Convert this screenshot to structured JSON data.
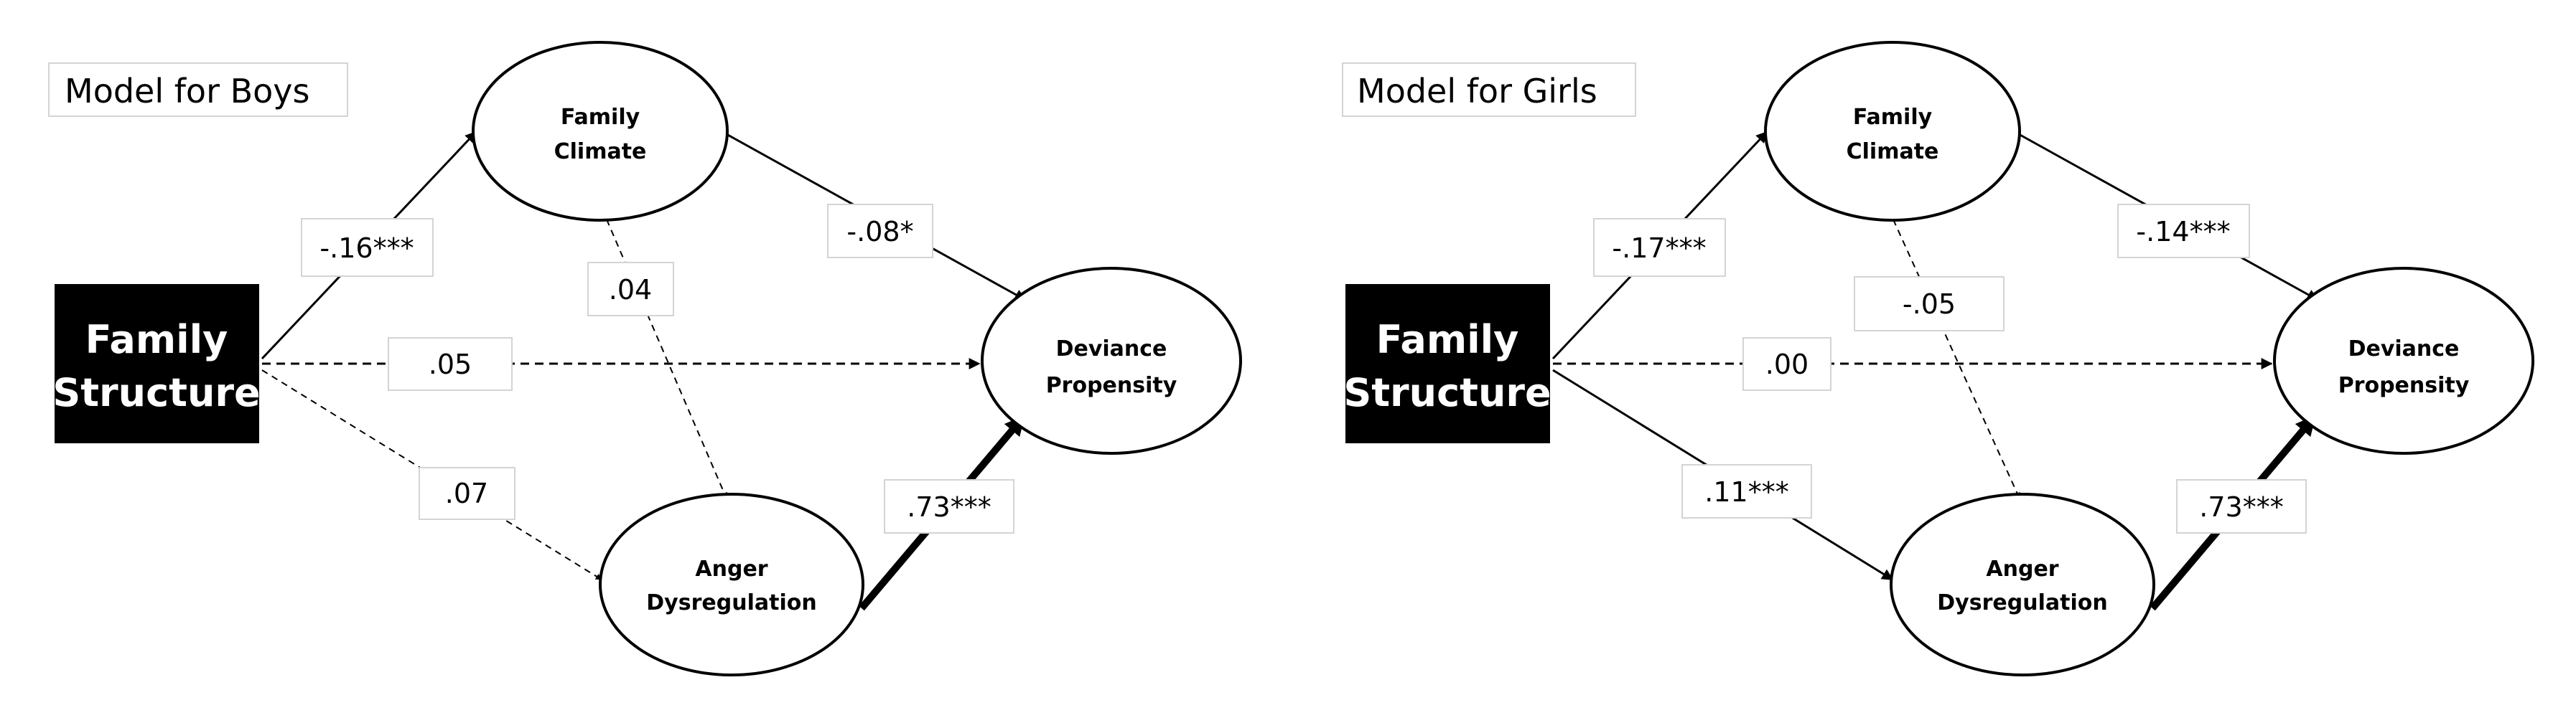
{
  "panels": [
    {
      "title": "Model for Boys",
      "nodes": {
        "family_structure": [
          "Family",
          "Structure"
        ],
        "family_climate": [
          "Family",
          "Climate"
        ],
        "deviance_propensity": [
          "Deviance",
          "Propensity"
        ],
        "anger_dysregulation": [
          "Anger",
          "Dysregulation"
        ]
      },
      "paths": [
        {
          "id": "structure-to-climate",
          "from": "family_structure",
          "to": "family_climate",
          "coefficient": "-.16***",
          "significant": true
        },
        {
          "id": "climate-to-deviance",
          "from": "family_climate",
          "to": "deviance_propensity",
          "coefficient": "-.08*",
          "significant": true
        },
        {
          "id": "climate-to-anger",
          "from": "family_climate",
          "to": "anger_dysregulation",
          "coefficient": ".04",
          "significant": false
        },
        {
          "id": "structure-to-deviance",
          "from": "family_structure",
          "to": "deviance_propensity",
          "coefficient": ".05",
          "significant": false
        },
        {
          "id": "structure-to-anger",
          "from": "family_structure",
          "to": "anger_dysregulation",
          "coefficient": ".07",
          "significant": false
        },
        {
          "id": "anger-to-deviance",
          "from": "anger_dysregulation",
          "to": "deviance_propensity",
          "coefficient": ".73***",
          "significant": true,
          "strong": true
        }
      ]
    },
    {
      "title": "Model for Girls",
      "nodes": {
        "family_structure": [
          "Family",
          "Structure"
        ],
        "family_climate": [
          "Family",
          "Climate"
        ],
        "deviance_propensity": [
          "Deviance",
          "Propensity"
        ],
        "anger_dysregulation": [
          "Anger",
          "Dysregulation"
        ]
      },
      "paths": [
        {
          "id": "structure-to-climate",
          "from": "family_structure",
          "to": "family_climate",
          "coefficient": "-.17***",
          "significant": true
        },
        {
          "id": "climate-to-deviance",
          "from": "family_climate",
          "to": "deviance_propensity",
          "coefficient": "-.14***",
          "significant": true
        },
        {
          "id": "climate-to-anger",
          "from": "family_climate",
          "to": "anger_dysregulation",
          "coefficient": "-.05",
          "significant": false
        },
        {
          "id": "structure-to-deviance",
          "from": "family_structure",
          "to": "deviance_propensity",
          "coefficient": ".00",
          "significant": false
        },
        {
          "id": "structure-to-anger",
          "from": "family_structure",
          "to": "anger_dysregulation",
          "coefficient": ".11***",
          "significant": true
        },
        {
          "id": "anger-to-deviance",
          "from": "anger_dysregulation",
          "to": "deviance_propensity",
          "coefficient": ".73***",
          "significant": true,
          "strong": true
        }
      ]
    }
  ]
}
